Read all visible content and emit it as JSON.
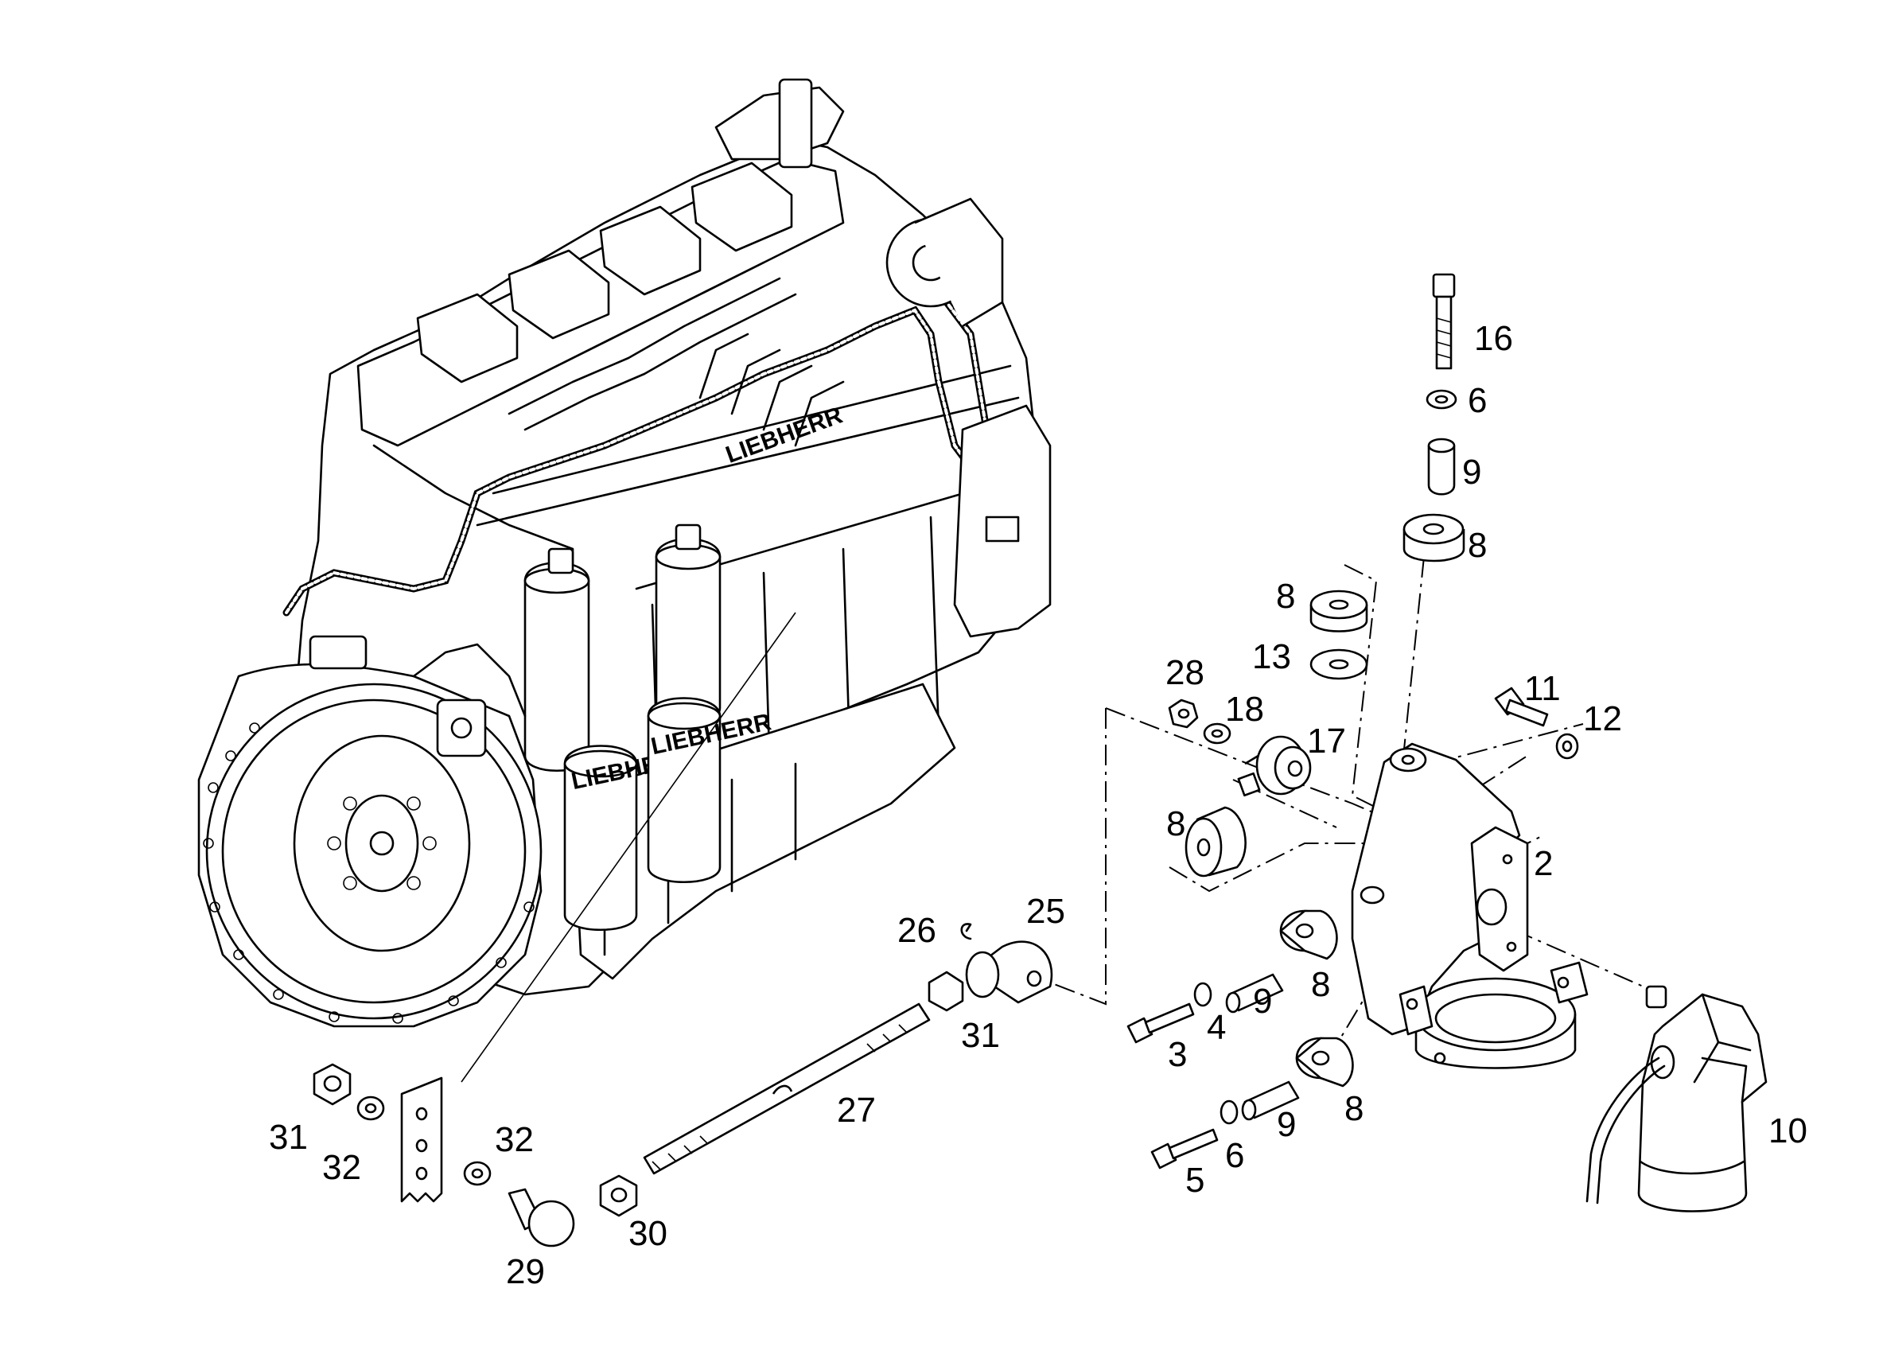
{
  "brand": {
    "filter_left": "LIEBHERR",
    "filter_right": "LIEBHERR",
    "block": "LIEBHERR"
  },
  "labels": {
    "p16": "16",
    "p6a": "6",
    "p9a": "9",
    "p8a": "8",
    "p8b": "8",
    "p13": "13",
    "p28": "28",
    "p18": "18",
    "p17": "17",
    "p11": "11",
    "p12": "12",
    "p8c": "8",
    "p2": "2",
    "p26": "26",
    "p25": "25",
    "p9b": "9",
    "p8d": "8",
    "p4": "4",
    "p3": "3",
    "p31a": "31",
    "p27": "27",
    "p9c": "9",
    "p8e": "8",
    "p6b": "6",
    "p5": "5",
    "p10": "10",
    "p31b": "31",
    "p32a": "32",
    "p32b": "32",
    "p30": "30",
    "p29": "29"
  }
}
